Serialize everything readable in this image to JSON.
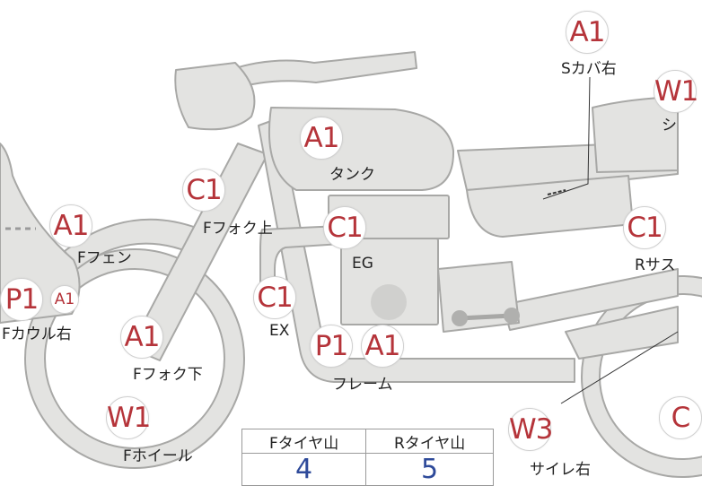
{
  "colors": {
    "part_fill": "#e3e3e1",
    "part_stroke": "#a8a8a6",
    "badge_text": "#b5343a",
    "value_text": "#2e4a9a"
  },
  "parts": [
    {
      "id": "s-cover-right",
      "code": "A1",
      "name": "Sカバ右"
    },
    {
      "id": "seat",
      "code": "W1",
      "name": "シ"
    },
    {
      "id": "tank",
      "code": "A1",
      "name": "タンク"
    },
    {
      "id": "f-fork-upper",
      "code": "C1",
      "name": "Fフォク上"
    },
    {
      "id": "engine",
      "code": "C1",
      "name": "EG"
    },
    {
      "id": "r-suspension",
      "code": "C1",
      "name": "Rサス"
    },
    {
      "id": "f-fender",
      "code": "A1",
      "name": "Fフェン"
    },
    {
      "id": "f-cowl-right-p",
      "code": "P1",
      "name": "Fカウル右"
    },
    {
      "id": "f-cowl-right-a",
      "code": "A1",
      "name": ""
    },
    {
      "id": "exhaust",
      "code": "C1",
      "name": "EX"
    },
    {
      "id": "frame-p",
      "code": "P1",
      "name": ""
    },
    {
      "id": "frame-a",
      "code": "A1",
      "name": "フレーム"
    },
    {
      "id": "f-fork-lower",
      "code": "A1",
      "name": "Fフォク下"
    },
    {
      "id": "f-wheel",
      "code": "W1",
      "name": "Fホイール"
    },
    {
      "id": "silencer-right",
      "code": "W3",
      "name": "サイレ右"
    },
    {
      "id": "r-wheel",
      "code": "C",
      "name": ""
    }
  ],
  "tire_tread": {
    "front_label": "Fタイヤ山",
    "rear_label": "Rタイヤ山",
    "front_value": "4",
    "rear_value": "5"
  }
}
